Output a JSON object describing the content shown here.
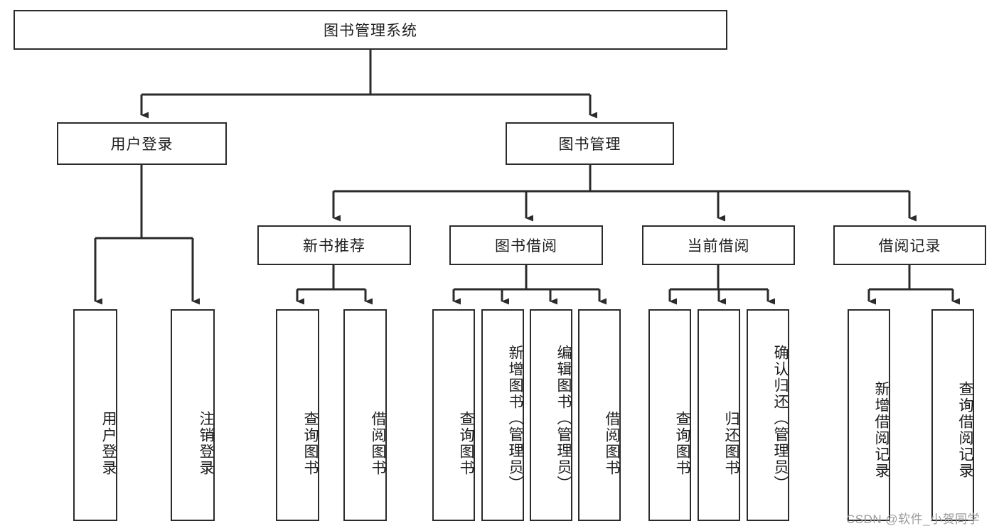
{
  "diagram": {
    "type": "tree-hierarchy",
    "orientation": "top-down",
    "title": "图书管理系统",
    "line_color": "#2b2b2b",
    "box_border_color": "#2b2b2b",
    "box_fill_color": "#ffffff",
    "background_color": "#ffffff",
    "levels": [
      {
        "level": 1,
        "nodes": [
          {
            "id": "root",
            "label": "图书管理系统",
            "text_direction": "horizontal"
          }
        ]
      },
      {
        "level": 2,
        "nodes": [
          {
            "id": "login",
            "label": "用户登录",
            "text_direction": "horizontal",
            "parent": "root"
          },
          {
            "id": "bookmgmt",
            "label": "图书管理",
            "text_direction": "horizontal",
            "parent": "root"
          }
        ]
      },
      {
        "level": 3,
        "nodes": [
          {
            "id": "newbook",
            "label": "新书推荐",
            "text_direction": "horizontal",
            "parent": "bookmgmt"
          },
          {
            "id": "borrow",
            "label": "图书借阅",
            "text_direction": "horizontal",
            "parent": "bookmgmt"
          },
          {
            "id": "current",
            "label": "当前借阅",
            "text_direction": "horizontal",
            "parent": "bookmgmt"
          },
          {
            "id": "records",
            "label": "借阅记录",
            "text_direction": "horizontal",
            "parent": "bookmgmt"
          }
        ]
      },
      {
        "level": 4,
        "nodes": [
          {
            "id": "leaf1",
            "label": "用户登录",
            "text_direction": "vertical",
            "parent": "login"
          },
          {
            "id": "leaf2",
            "label": "注销登录",
            "text_direction": "vertical",
            "parent": "login"
          },
          {
            "id": "leaf3",
            "label": "查询图书",
            "text_direction": "vertical",
            "parent": "newbook"
          },
          {
            "id": "leaf4",
            "label": "借阅图书",
            "text_direction": "vertical",
            "parent": "newbook"
          },
          {
            "id": "leaf5",
            "label": "查询图书",
            "text_direction": "vertical",
            "parent": "borrow"
          },
          {
            "id": "leaf6",
            "label": "新增图书（管理员）",
            "text_direction": "vertical",
            "parent": "borrow"
          },
          {
            "id": "leaf7",
            "label": "编辑图书（管理员）",
            "text_direction": "vertical",
            "parent": "borrow"
          },
          {
            "id": "leaf8",
            "label": "借阅图书",
            "text_direction": "vertical",
            "parent": "borrow"
          },
          {
            "id": "leaf9",
            "label": "查询图书",
            "text_direction": "vertical",
            "parent": "current"
          },
          {
            "id": "leaf10",
            "label": "归还图书",
            "text_direction": "vertical",
            "parent": "current"
          },
          {
            "id": "leaf11",
            "label": "确认归还（管理员）",
            "text_direction": "vertical",
            "parent": "current"
          },
          {
            "id": "leaf12",
            "label": "新增借阅记录",
            "text_direction": "vertical",
            "parent": "records"
          },
          {
            "id": "leaf13",
            "label": "查询借阅记录",
            "text_direction": "vertical",
            "parent": "records"
          }
        ]
      }
    ]
  },
  "watermark": {
    "text": "CSDN @软件_小贺同学"
  }
}
